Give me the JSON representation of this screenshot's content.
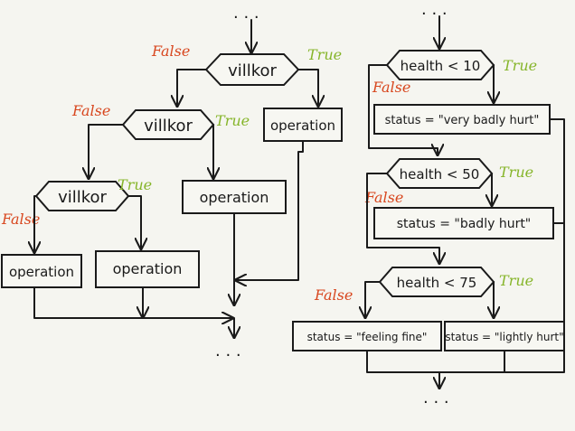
{
  "labels": {
    "false": "False",
    "true": "True",
    "dots": ". . ."
  },
  "left": {
    "cond1": "villkor",
    "cond2": "villkor",
    "cond3": "villkor",
    "op_right_top": "operation",
    "op_mid": "operation",
    "op_left_a": "operation",
    "op_left_b": "operation"
  },
  "right": {
    "cond1": "health < 10",
    "stmt1": "status = \"very badly hurt\"",
    "cond2": "health < 50",
    "stmt2": "status = \"badly hurt\"",
    "cond3": "health < 75",
    "stmt3_false": "status = \"feeling fine\"",
    "stmt3_true": "status = \"lightly hurt\""
  },
  "colors": {
    "false": "#d8471f",
    "true": "#86b52a",
    "ink": "#1a1a1a",
    "paper": "#f5f5f0"
  }
}
